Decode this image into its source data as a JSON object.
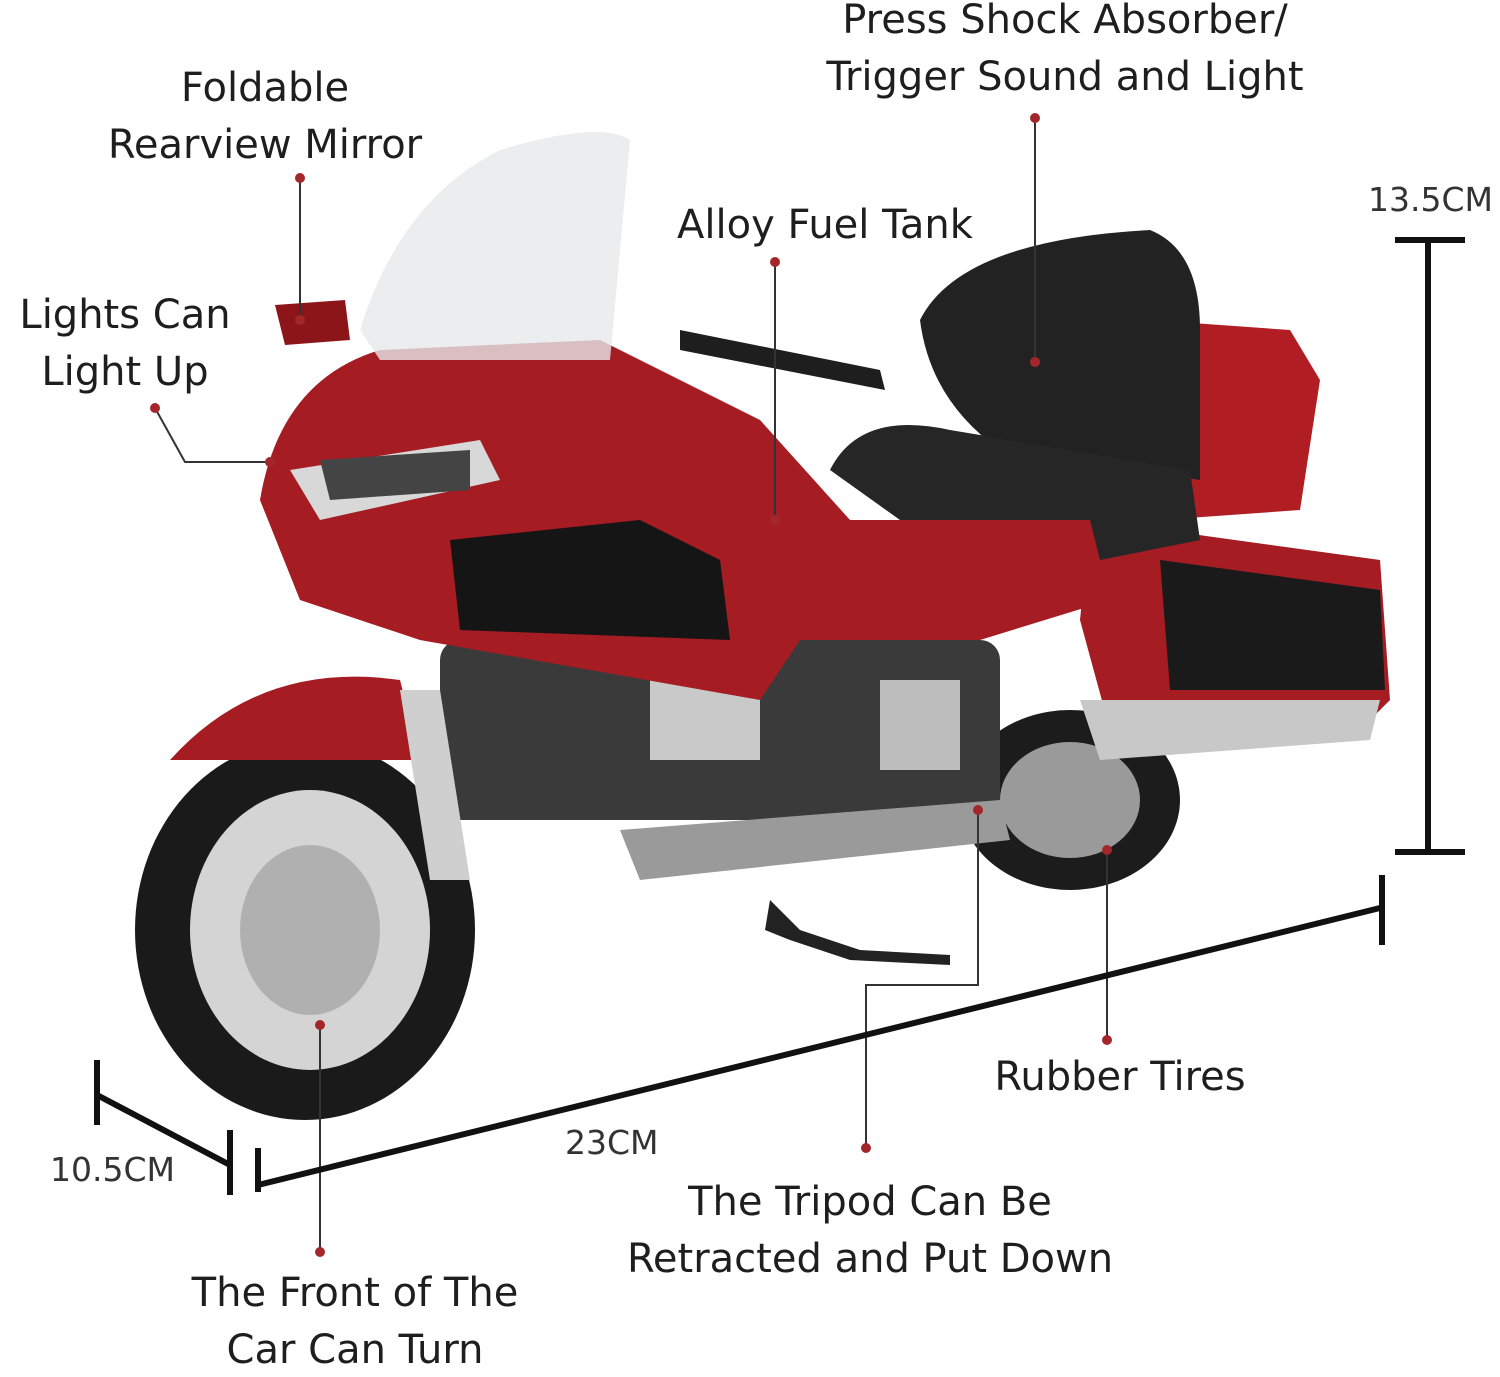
{
  "labels": {
    "mirror": [
      "Foldable",
      "Rearview Mirror"
    ],
    "shock": [
      "Press Shock Absorber/",
      "Trigger Sound and Light"
    ],
    "fuel": "Alloy Fuel Tank",
    "lights": [
      "Lights Can",
      "Light Up"
    ],
    "tires": "Rubber Tires",
    "tripod": [
      "The Tripod Can Be",
      "Retracted and Put Down"
    ],
    "front": [
      "The Front of The",
      "Car Can Turn"
    ]
  },
  "dimensions": {
    "height": "13.5CM",
    "length": "23CM",
    "width": "10.5CM"
  },
  "colors": {
    "body": "#9e1a1f",
    "leader_dot": "#a3272a",
    "line": "#222222"
  }
}
